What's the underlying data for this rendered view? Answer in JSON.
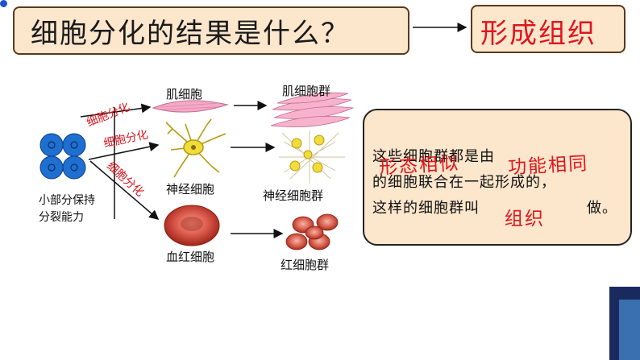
{
  "question": {
    "text": "细胞分化的结果是什么？"
  },
  "answer": {
    "text": "形成组织"
  },
  "diagram": {
    "stem_note_line1": "小部分保持",
    "stem_note_line2": "分裂能力",
    "arrow_labels": [
      "细胞分化",
      "细胞分化",
      "细胞分化"
    ],
    "cells": [
      "肌细胞",
      "神经细胞",
      "血红细胞"
    ],
    "groups": [
      "肌细胞群",
      "神经细胞群",
      "红细胞群"
    ]
  },
  "explanation": {
    "line1": "这些细胞群都是由",
    "line2": "的细胞联合在一起形成的，",
    "line3_prefix": "这样的细胞群叫",
    "line3_suffix": "做。",
    "fill_shape": "形态相似",
    "fill_function": "功能相同",
    "fill_tissue": "组织"
  },
  "colors": {
    "accent_red": "#e0141c",
    "box_fill": "#fce6cc",
    "stem_cell_blue": "#1e6fd0",
    "muscle_pink": "#f4a9c4",
    "neuron_yellow": "#f0dc3a",
    "rbc_red": "#c0392b"
  }
}
